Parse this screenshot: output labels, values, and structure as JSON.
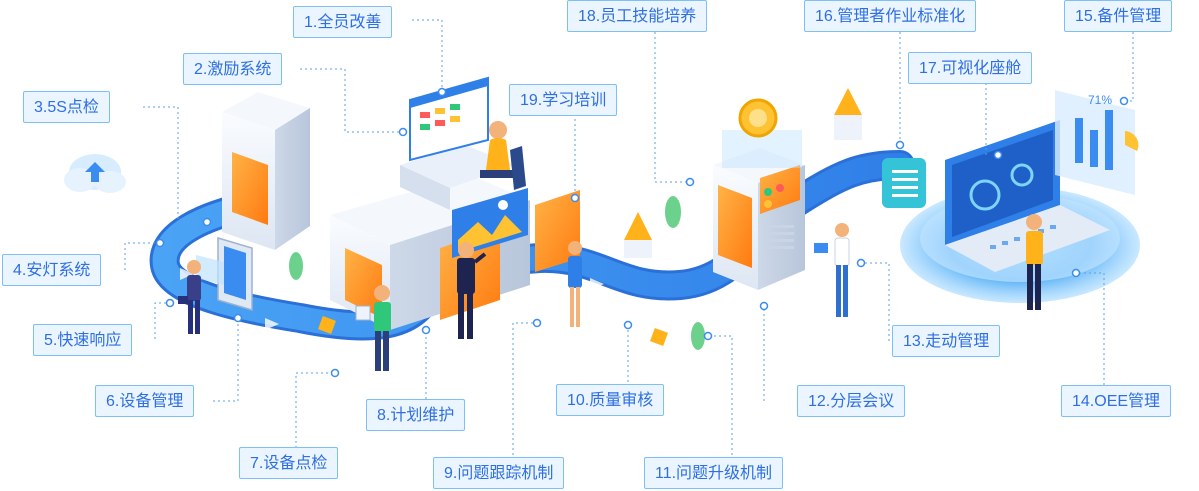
{
  "labels": {
    "l1": "1.全员改善",
    "l2": "2.激励系统",
    "l3": "3.5S点检",
    "l4": "4.安灯系统",
    "l5": "5.快速响应",
    "l6": "6.设备管理",
    "l7": "7.设备点检",
    "l8": "8.计划维护",
    "l9": "9.问题跟踪机制",
    "l10": "10.质量审核",
    "l11": "11.问题升级机制",
    "l12": "12.分层会议",
    "l13": "13.走动管理",
    "l14": "14.OEE管理",
    "l15": "15.备件管理",
    "l16": "16.管理者作业标准化",
    "l17": "17.可视化座舱",
    "l18": "18.员工技能培养",
    "l19": "19.学习培训"
  },
  "dashboard_percent": "71%",
  "colors": {
    "label_border": "#7fc0f4",
    "label_fill": "#eaf5ff",
    "label_text": "#2f6fe0",
    "path": "#3d8ff0",
    "accent_orange": "#ff8a1f",
    "accent_yellow": "#ffc233",
    "leader": "#5aa0e8"
  }
}
